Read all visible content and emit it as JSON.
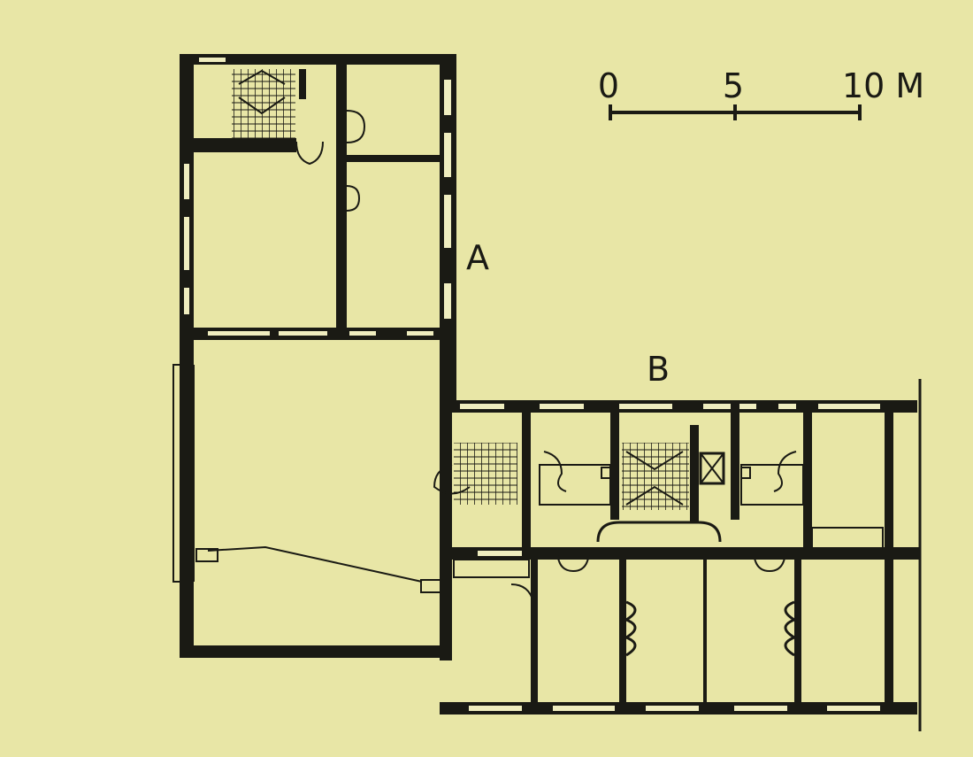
{
  "scale_bar": {
    "label_start": "0",
    "label_mid": "5",
    "label_end": "10 M"
  },
  "wing_labels": {
    "a": "A",
    "b": "B"
  },
  "colors": {
    "paper": "#e8e6a6",
    "ink": "#1a1a14",
    "window_gap": "#efedbf"
  }
}
